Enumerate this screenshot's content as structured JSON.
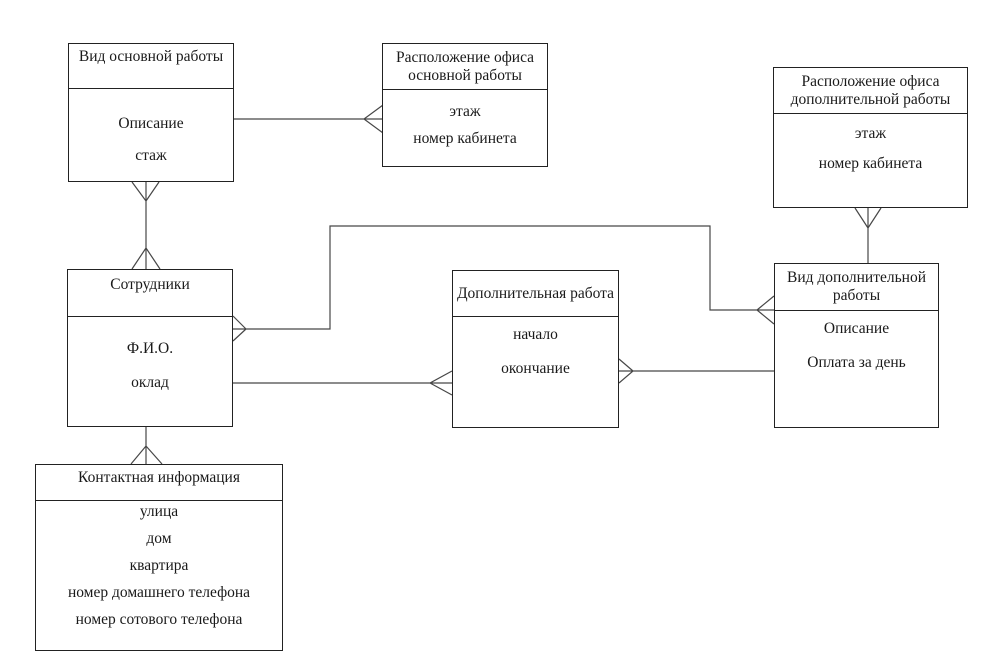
{
  "diagram": {
    "kind": "entity-relationship-diagram",
    "language": "ru",
    "colors": {
      "background": "#ffffff",
      "border": "#222222",
      "line": "#474747",
      "text": "#1a1a1a"
    },
    "entities": [
      {
        "name": "Вид основной работы",
        "attributes": [
          "Описание",
          "стаж"
        ]
      },
      {
        "name": "Расположение офиса основной работы",
        "attributes": [
          "этаж",
          "номер кабинета"
        ]
      },
      {
        "name": "Расположение офиса дополнительной работы",
        "attributes": [
          "этаж",
          "номер кабинета"
        ]
      },
      {
        "name": "Сотрудники",
        "attributes": [
          "Ф.И.О.",
          "оклад"
        ]
      },
      {
        "name": "Дополнительная работа",
        "attributes": [
          "начало",
          "окончание"
        ]
      },
      {
        "name": "Вид дополнительной работы",
        "attributes": [
          "Описание",
          "Оплата за день"
        ]
      },
      {
        "name": "Контактная информация",
        "attributes": [
          "улица",
          "дом",
          "квартира",
          "номер домашнего телефона",
          "номер сотового телефона"
        ]
      }
    ],
    "relationships": [
      {
        "from": "Вид основной работы",
        "to": "Расположение офиса основной работы",
        "crow_foot_at": [
          "Расположение офиса основной работы"
        ]
      },
      {
        "from": "Вид основной работы",
        "to": "Сотрудники",
        "crow_foot_at": [
          "Вид основной работы",
          "Сотрудники"
        ]
      },
      {
        "from": "Расположение офиса дополнительной работы",
        "to": "Вид дополнительной работы",
        "crow_foot_at": [
          "Расположение офиса дополнительной работы"
        ]
      },
      {
        "from": "Сотрудники",
        "to": "Вид дополнительной работы",
        "crow_foot_at": [
          "Сотрудники",
          "Вид дополнительной работы"
        ]
      },
      {
        "from": "Сотрудники",
        "to": "Дополнительная работа",
        "crow_foot_at": [
          "Дополнительная работа"
        ]
      },
      {
        "from": "Дополнительная работа",
        "to": "Вид дополнительной работы",
        "crow_foot_at": [
          "Дополнительная работа"
        ]
      },
      {
        "from": "Сотрудники",
        "to": "Контактная информация",
        "crow_foot_at": [
          "Контактная информация"
        ]
      }
    ]
  }
}
